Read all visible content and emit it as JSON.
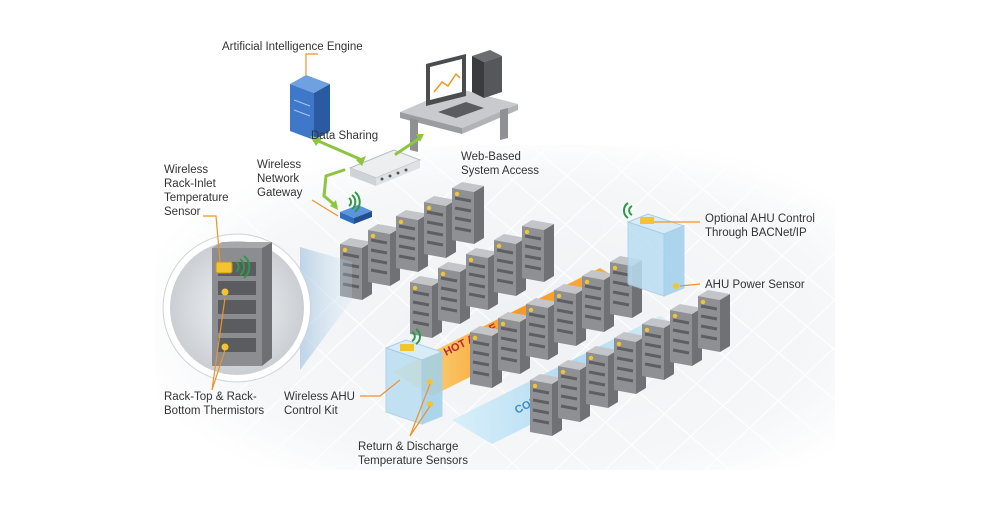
{
  "labels": {
    "ai_engine": "Artificial Intelligence Engine",
    "data_sharing": "Data Sharing",
    "web_access": "Web-Based\nSystem Access",
    "gateway": "Wireless\nNetwork\nGateway",
    "rack_inlet": "Wireless\nRack-Inlet\nTemperature\nSensor",
    "ahu_control": "Optional AHU Control\nThrough BACNet/IP",
    "ahu_power": "AHU Power Sensor",
    "thermistors": "Rack-Top & Rack-\nBottom Thermistors",
    "ahu_kit": "Wireless AHU\nControl Kit",
    "return_discharge": "Return & Discharge\nTemperature Sensors",
    "hot_aisle": "HOT AISLE",
    "cold_aisle": "COLD AISLE"
  },
  "colors": {
    "callout_line": "#f0922b",
    "sensor": "#f4c430",
    "link_arrow": "#8cc63f",
    "hot": "#f7941d",
    "cold": "#9fd3ef",
    "rack": "#8e9094",
    "gateway": "#2f6fc0",
    "server": "#3f78c9"
  }
}
